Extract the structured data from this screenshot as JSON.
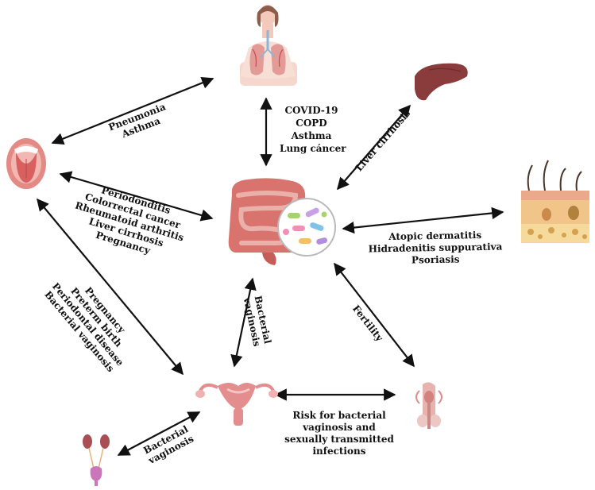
{
  "labels": {
    "lung_gut": [
      "COVID-19",
      "COPD",
      "Asthma",
      "Lung cáncer"
    ],
    "mouth_lung": [
      "Pneumonia",
      "Asthma"
    ],
    "liver_gut": [
      "Liver cirrhosis"
    ],
    "mouth_gut": [
      "Periodonditis",
      "Colorrectal cancer",
      "Rheumatoid arthritis",
      "Liver cirrhosis",
      "Pregnancy"
    ],
    "skin_gut": [
      "Atopic dermatitis",
      "Hidradenitis suppurativa",
      "Psoriasis"
    ],
    "mouth_uterus": [
      "Pregnancy",
      "Preterm birth",
      "Periodontal disease",
      "Bacterial vaginosis"
    ],
    "gut_uterus": [
      "Bacterial",
      "vaginosis"
    ],
    "gut_male": [
      "Fertility"
    ],
    "uterus_male": [
      "Risk for bacterial",
      "vaginosis and",
      "sexually transmitted",
      "infections"
    ],
    "uterus_bladder": [
      "Bacterial",
      "vaginosis"
    ]
  },
  "colors": {
    "arrow": "#111111",
    "organ_pink": "#e8a3a0",
    "organ_red": "#c8454a",
    "liver": "#8a3b3c",
    "skin_tan": "#f1c48a",
    "hair": "#4a3428"
  }
}
